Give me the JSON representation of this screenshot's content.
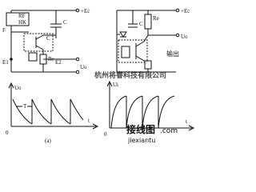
{
  "left_circuit": {
    "supply": "+Ec",
    "rf": "RF",
    "hk": "HK",
    "c": "C",
    "f": "F",
    "e1": "E1",
    "re": "Re",
    "e2": "E2",
    "uo": "Uo"
  },
  "right_circuit": {
    "supply": "+Ec",
    "re": "Re",
    "c": "C",
    "uo": "Uo",
    "output": "输出"
  },
  "left_waveform": {
    "y_label": "Uo",
    "x_label": "t",
    "period_label": "T",
    "origin": "0",
    "caption": "(a)"
  },
  "right_waveform": {
    "y_label": "Ui",
    "x_label": "t",
    "origin": "0"
  },
  "watermarks": {
    "top": "杭州将睿科技有限公司",
    "bottom_cn": "接线图",
    "bottom_dot": ".com",
    "bottom_en": "jiexiantu"
  },
  "colors": {
    "line": "#111111",
    "watermark_green": "#1a9a2a",
    "watermark_red": "#d42020"
  }
}
